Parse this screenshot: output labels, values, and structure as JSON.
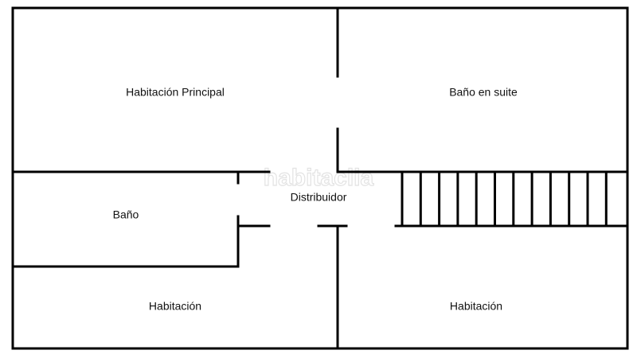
{
  "rooms": {
    "master_bedroom": "Habitación Principal",
    "ensuite_bathroom": "Baño en suite",
    "hallway": "Distribuidor",
    "bathroom": "Baño",
    "bedroom_left": "Habitación",
    "bedroom_right": "Habitación"
  },
  "watermark": "habitaclia",
  "colors": {
    "wall": "#000000",
    "background": "#ffffff",
    "text": "#111111",
    "watermark": "#e3e3e3"
  }
}
